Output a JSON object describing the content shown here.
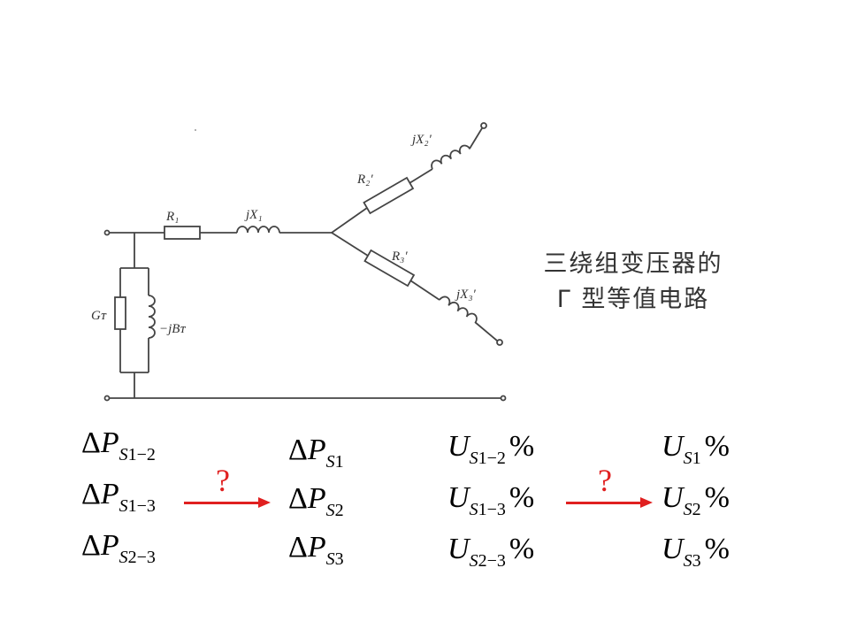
{
  "circuit": {
    "labels": {
      "R1": "R₁",
      "jX1": "jX₁",
      "R2": "R₂′",
      "jX2": "jX₂′",
      "R3": "R₃′",
      "jX3": "jX₃′",
      "GT": "Gᴛ",
      "BT": "−jBᴛ"
    }
  },
  "caption": {
    "line1": "三绕组变压器的",
    "line2": "Γ 型等值电路"
  },
  "equations": {
    "left_group": [
      {
        "delta": "Δ",
        "main": "P",
        "sub_s": "S",
        "sub_rest": "1−2"
      },
      {
        "delta": "Δ",
        "main": "P",
        "sub_s": "S",
        "sub_rest": "1−3"
      },
      {
        "delta": "Δ",
        "main": "P",
        "sub_s": "S",
        "sub_rest": "2−3"
      }
    ],
    "mid_group": [
      {
        "delta": "Δ",
        "main": "P",
        "sub_s": "S",
        "sub_rest": "1"
      },
      {
        "delta": "Δ",
        "main": "P",
        "sub_s": "S",
        "sub_rest": "2"
      },
      {
        "delta": "Δ",
        "main": "P",
        "sub_s": "S",
        "sub_rest": "3"
      }
    ],
    "u_left_group": [
      {
        "main": "U",
        "sub_s": "S",
        "sub_rest": "1−2",
        "pct": "%"
      },
      {
        "main": "U",
        "sub_s": "S",
        "sub_rest": "1−3",
        "pct": "%"
      },
      {
        "main": "U",
        "sub_s": "S",
        "sub_rest": "2−3",
        "pct": "%"
      }
    ],
    "u_right_group": [
      {
        "main": "U",
        "sub_s": "S",
        "sub_rest": "1",
        "pct": "%"
      },
      {
        "main": "U",
        "sub_s": "S",
        "sub_rest": "2",
        "pct": "%"
      },
      {
        "main": "U",
        "sub_s": "S",
        "sub_rest": "3",
        "pct": "%"
      }
    ]
  },
  "arrows": {
    "question_mark": "?",
    "color": "#e02020"
  }
}
